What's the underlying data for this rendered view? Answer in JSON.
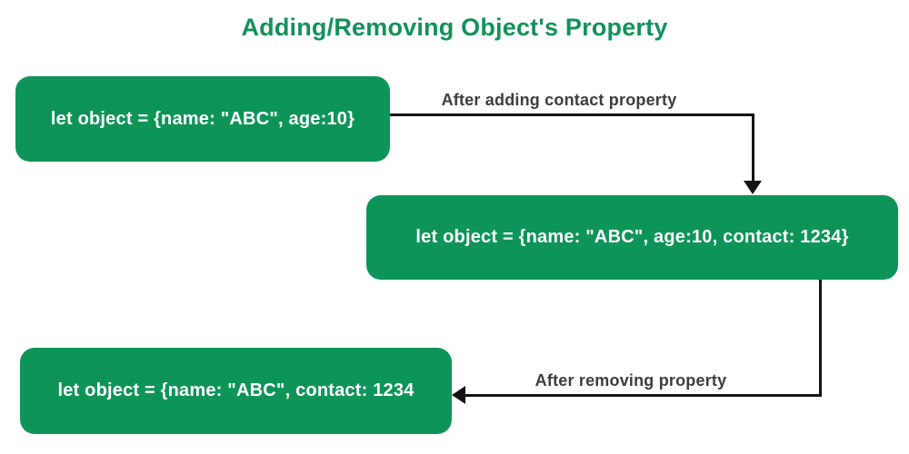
{
  "title": "Adding/Removing Object's Property",
  "boxes": [
    {
      "id": "initial-object",
      "code": "let object = {name: \"ABC\", age:10}"
    },
    {
      "id": "after-adding",
      "code": "let object = {name: \"ABC\", age:10, contact: 1234}"
    },
    {
      "id": "after-removing",
      "code": "let object = {name: \"ABC\", contact: 1234"
    }
  ],
  "arrows": [
    {
      "id": "adding-arrow",
      "label": "After adding contact property",
      "direction": "right-then-down"
    },
    {
      "id": "removing-arrow",
      "label": "After removing property",
      "direction": "down-then-left"
    }
  ],
  "colors": {
    "box_green": "#0e9458",
    "title_green": "#12915a",
    "label_gray": "#3d3d3d",
    "arrow_black": "#141414",
    "background": "#ffffff",
    "box_text": "#ffffff"
  }
}
